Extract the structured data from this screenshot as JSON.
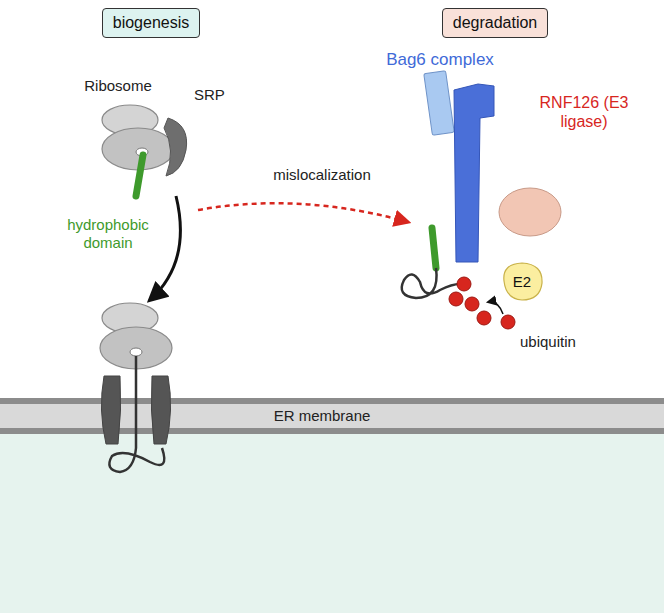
{
  "diagram": {
    "nodes": [
      {
        "text": [
          "biogenesis"
        ]
      },
      {
        "text": [
          "degradation"
        ]
      },
      {
        "text": [
          "E2"
        ]
      }
    ],
    "labels": [
      "Ribosome",
      "SRP",
      "hydrophobic domain",
      "mislocalization",
      "Bag6 complex",
      "RNF126 (E3 ligase)",
      "ubiquitin",
      "ER membrane"
    ]
  }
}
